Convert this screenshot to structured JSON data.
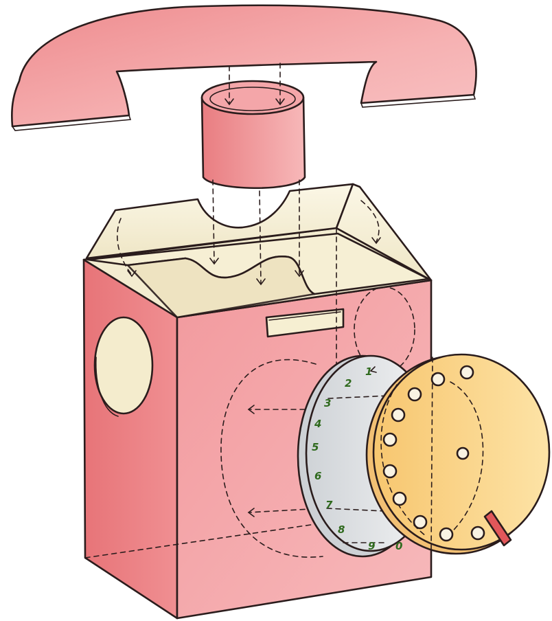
{
  "diagram": {
    "parts": [
      {
        "id": "handset",
        "icon": "telephone-handset-icon"
      },
      {
        "id": "cylinder",
        "icon": "cylinder-connector-icon"
      },
      {
        "id": "box-body",
        "icon": "box-icon"
      },
      {
        "id": "side-window",
        "icon": "oval-window-icon"
      },
      {
        "id": "top-slot",
        "icon": "slot-icon"
      },
      {
        "id": "number-disc",
        "icon": "number-disc-icon"
      },
      {
        "id": "rotary-dial",
        "icon": "rotary-dial-icon"
      },
      {
        "id": "finger-stop",
        "icon": "finger-stop-icon"
      }
    ],
    "dial_numbers": [
      "1",
      "2",
      "3",
      "4",
      "5",
      "6",
      "7",
      "8",
      "9",
      "0"
    ],
    "colors": {
      "handset": "#f29a9c",
      "box_front": "#f4a6a9",
      "box_side": "#ea8487",
      "flaps": "#f6f0d6",
      "number_disc": "#e4e7ea",
      "rotary_dial": "#fbd98a",
      "finger_stop": "#e2575a",
      "ink": "#2a1c1c",
      "number_text": "#2f6a1e"
    }
  }
}
